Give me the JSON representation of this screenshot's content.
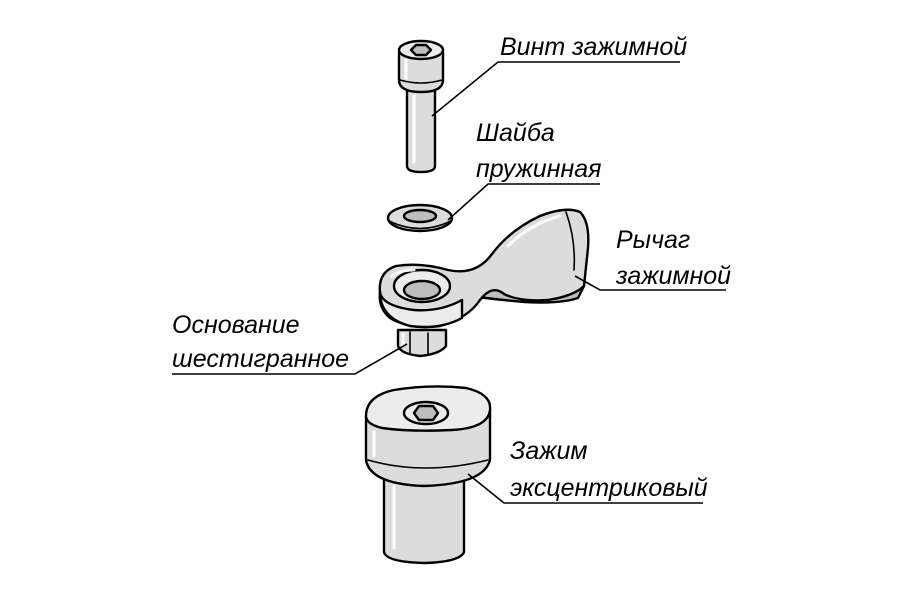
{
  "labels": {
    "screw": "Винт зажимной",
    "washer_line1": "Шайба",
    "washer_line2": "пружинная",
    "lever_line1": "Рычаг",
    "lever_line2": "зажимной",
    "base_line1": "Основание",
    "base_line2": "шестигранное",
    "clamp_line1": "Зажим",
    "clamp_line2": "эксцентриковый"
  },
  "colors": {
    "part_fill": "#dcdcdc",
    "outline": "#000000",
    "background": "#ffffff"
  }
}
